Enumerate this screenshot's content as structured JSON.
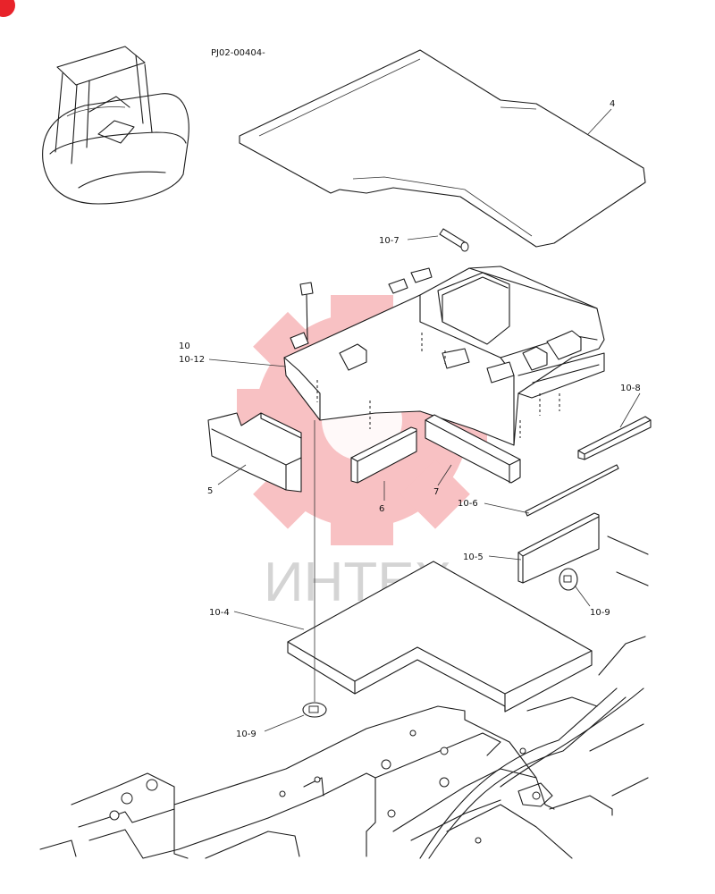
{
  "diagram": {
    "code": "PJ02-00404-",
    "watermark_text": "ИНТЕХ",
    "watermark_color": "#e8232a",
    "labels": {
      "p4": "4",
      "p10": "10",
      "p10_12": "10-12",
      "p10_7": "10-7",
      "p10_8": "10-8",
      "p5": "5",
      "p6": "6",
      "p7": "7",
      "p10_6": "10-6",
      "p10_5": "10-5",
      "p10_9a": "10-9",
      "p10_4": "10-4",
      "p10_9b": "10-9"
    }
  }
}
